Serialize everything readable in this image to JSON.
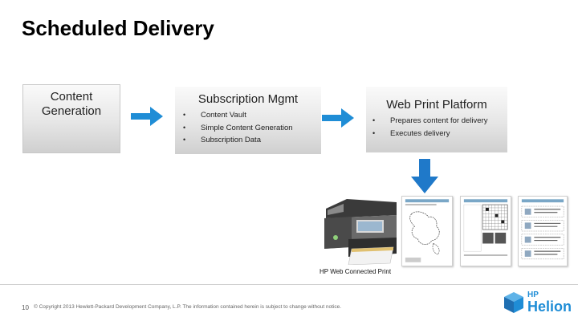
{
  "title": "Scheduled Delivery",
  "boxes": {
    "content": {
      "title": "Content Generation"
    },
    "subscription": {
      "title": "Subscription Mgmt",
      "items": [
        "Content Vault",
        "Simple Content Generation",
        "Subscription Data"
      ]
    },
    "web_print": {
      "title": "Web Print Platform",
      "items": [
        "Prepares content for delivery",
        "Executes delivery"
      ]
    }
  },
  "printer_caption": "HP Web Connected Print",
  "footer": {
    "page_number": "10",
    "copyright": "© Copyright 2013 Hewlett-Packard Development Company, L.P. The information contained herein is subject to change without notice."
  },
  "logo": {
    "brand": "HP",
    "name": "Helion"
  },
  "colors": {
    "arrow": "#1f8dd6",
    "down_arrow": "#1f79c9",
    "box_top": "#fafafa",
    "box_bottom": "#cfcfcf",
    "logo": "#1f8dd6"
  }
}
